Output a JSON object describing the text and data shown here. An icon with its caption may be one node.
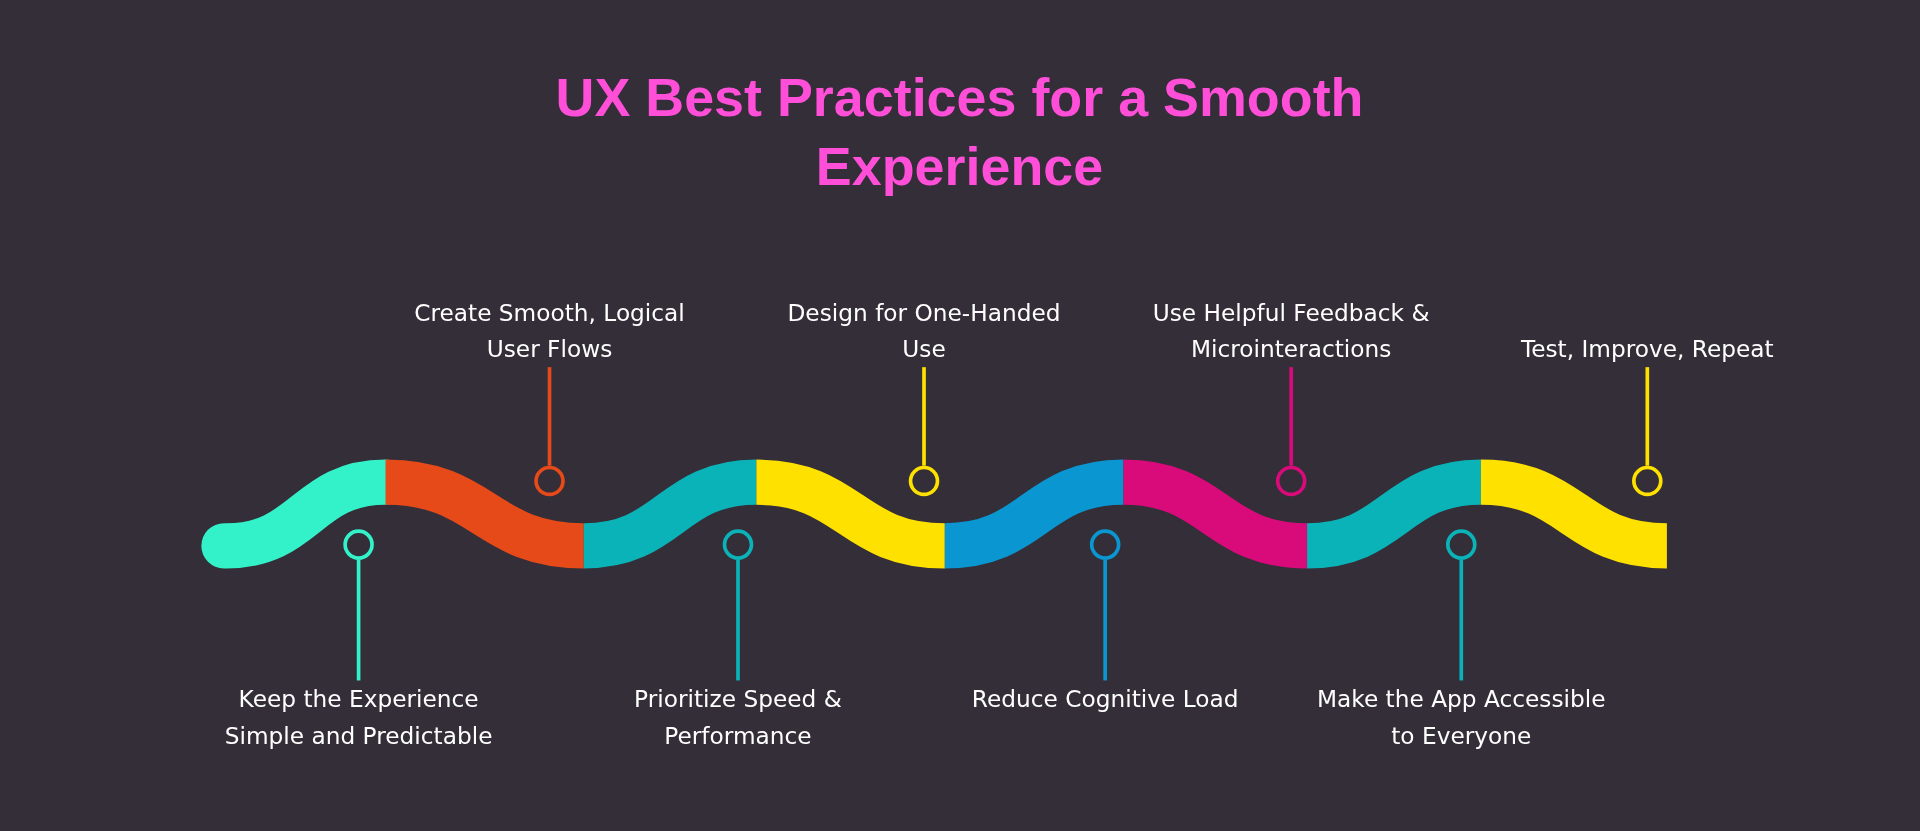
{
  "diagram": {
    "title": "UX Best Practices for a Smooth Experience",
    "nodes": [
      {
        "text": [
          "Keep the Experience Simple and Predictable"
        ]
      },
      {
        "text": [
          "Create Smooth, Logical User Flows"
        ]
      },
      {
        "text": [
          "Prioritize Speed & Performance"
        ]
      },
      {
        "text": [
          "Design for One-Handed Use"
        ]
      },
      {
        "text": [
          "Reduce Cognitive Load"
        ]
      },
      {
        "text": [
          "Use Helpful Feedback & Microinteractions"
        ]
      },
      {
        "text": [
          "Make the App Accessible to Everyone"
        ]
      },
      {
        "text": [
          "Test, Improve, Repeat"
        ]
      },
      {
        "text": [],
        "shape": "circle"
      },
      {
        "text": [],
        "shape": "circle"
      },
      {
        "text": [],
        "shape": "circle"
      },
      {
        "text": [],
        "shape": "circle"
      },
      {
        "text": [],
        "shape": "circle"
      },
      {
        "text": [],
        "shape": "circle"
      },
      {
        "text": [],
        "shape": "circle"
      },
      {
        "text": [],
        "shape": "circle"
      }
    ],
    "edges": [
      {
        "from": 0,
        "to": 8,
        "arrow": "none",
        "color": "#33f2c9"
      },
      {
        "from": 1,
        "to": 9,
        "arrow": "none",
        "color": "#e64a19"
      },
      {
        "from": 2,
        "to": 10,
        "arrow": "none",
        "color": "#0ab3b8"
      },
      {
        "from": 3,
        "to": 11,
        "arrow": "none",
        "color": "#ffe100"
      },
      {
        "from": 4,
        "to": 12,
        "arrow": "none",
        "color": "#0a97d1"
      },
      {
        "from": 5,
        "to": 13,
        "arrow": "none",
        "color": "#d90b7a"
      },
      {
        "from": 6,
        "to": 14,
        "arrow": "none",
        "color": "#0ab3b8"
      },
      {
        "from": 7,
        "to": 15,
        "arrow": "none",
        "color": "#ffe100"
      }
    ]
  }
}
